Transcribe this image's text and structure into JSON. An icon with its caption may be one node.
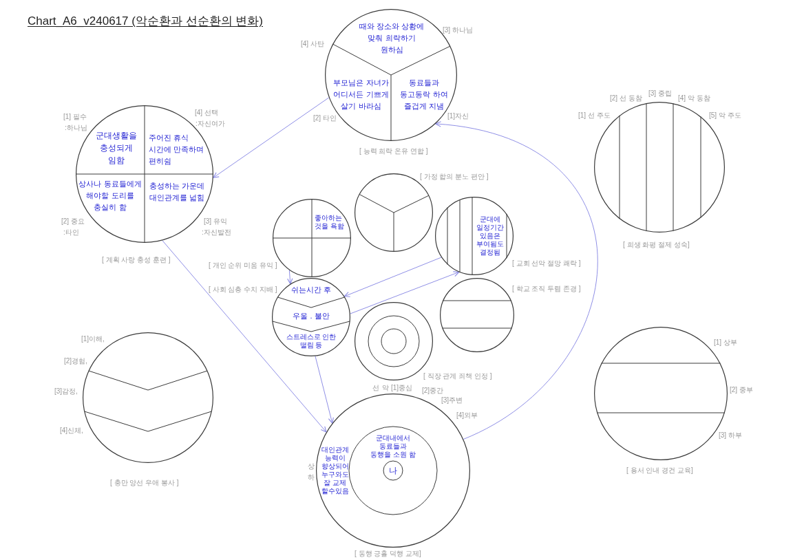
{
  "diagram": {
    "title": "Chart_A6_v240617 (악순환과 선순환의 변화)",
    "nodes": [
      {
        "text": [
          "군대생활을 충성되게 임함",
          "주어진 휴식 시간에 만족하며 편히쉼",
          "상사나 동료들에게 해야할 도리를 충실히 함",
          "충성하는 가운데 대인관계를 넓힘"
        ],
        "beside": [
          "[1] 필수",
          ":하나님",
          "[4] 선택",
          ":자신여가",
          "[2] 중요",
          ":타인",
          "[3] 유익",
          ":자신발전",
          "[ 계획 사랑 충성 훈련 ]"
        ]
      },
      {
        "text": [
          "때와 장소와 상황에 맞춰 희락하기 원하심",
          "부모님은 자녀가 어디서든 기쁘게 살기 바라심",
          "동료들과 동고동락 하여 즐겁게 지냄"
        ],
        "beside": [
          "[3] 하나님",
          "[4] 사탄",
          "[2] 타인",
          "[1]자신",
          "[ 능력 희락 온유 연합 ]"
        ]
      },
      {
        "text": [],
        "shape": "circle",
        "beside": [
          "[3] 중립",
          "[2] 선 동참",
          "[4] 악 동참",
          "[1] 선 주도",
          "[5] 악 주도",
          "[ 희생 화평 절제 성숙]"
        ]
      },
      {
        "text": [
          "좋아하는 것을 욕함"
        ],
        "beside": [
          "[ 개인 순위 미움 유익 ]"
        ]
      },
      {
        "text": [],
        "shape": "circle",
        "beside": [
          "[ 가정 합의 분노 편안 ]"
        ]
      },
      {
        "text": [
          "군대에 일정기간 있음은 부여됨도 결정됨"
        ],
        "beside": [
          "[ 교회 선악 절망 쾌락 ]"
        ]
      },
      {
        "text": [
          "쉬는시간 후",
          "우울 . 불안",
          "스트레스로 인한 떨림 등"
        ],
        "beside": [
          "[ 사회 심층 수치 지배 ]"
        ]
      },
      {
        "text": [],
        "shape": "circle",
        "beside": [
          "[ 학교 조직 두렴 존경 ]"
        ]
      },
      {
        "text": [],
        "shape": "circle",
        "beside": [
          "[ 직장 관계 죄책 인정 ]"
        ]
      },
      {
        "text": [],
        "shape": "circle",
        "beside": [
          "[1]이해,",
          "[2]경험,",
          "[3]감정,",
          "[4]신체,",
          "[ 충만 양선 우애 봉사 ]"
        ]
      },
      {
        "text": [
          "대인관계 능력이 향상되어 누구와도 잘 교제 할수있음",
          "군대내에서 동료들과 동행을 소원 함",
          "나"
        ],
        "beside": [
          "선",
          "악",
          "[1]중심",
          "[2]중간",
          "[3]주변",
          "[4]외부",
          "상",
          "하",
          "[ 동행 긍휼 덕행 교제]"
        ]
      },
      {
        "text": [],
        "shape": "circle",
        "beside": [
          "[1] 상부",
          "[2] 중부",
          "[3] 하부",
          "[ 용서 인내 경건 교육]"
        ]
      }
    ],
    "edges": [
      {
        "from": 1,
        "to": 0,
        "arrow": "to"
      },
      {
        "from": 0,
        "to": 10,
        "arrow": "to"
      },
      {
        "from": 6,
        "to": 10,
        "arrow": "to"
      },
      {
        "from": 3,
        "to": 6,
        "arrow": "to"
      },
      {
        "from": 5,
        "to": 6,
        "arrow": "to"
      },
      {
        "from": 6,
        "to": 5,
        "arrow": "to"
      },
      {
        "from": 10,
        "to": 1,
        "arrow": "to"
      }
    ]
  }
}
